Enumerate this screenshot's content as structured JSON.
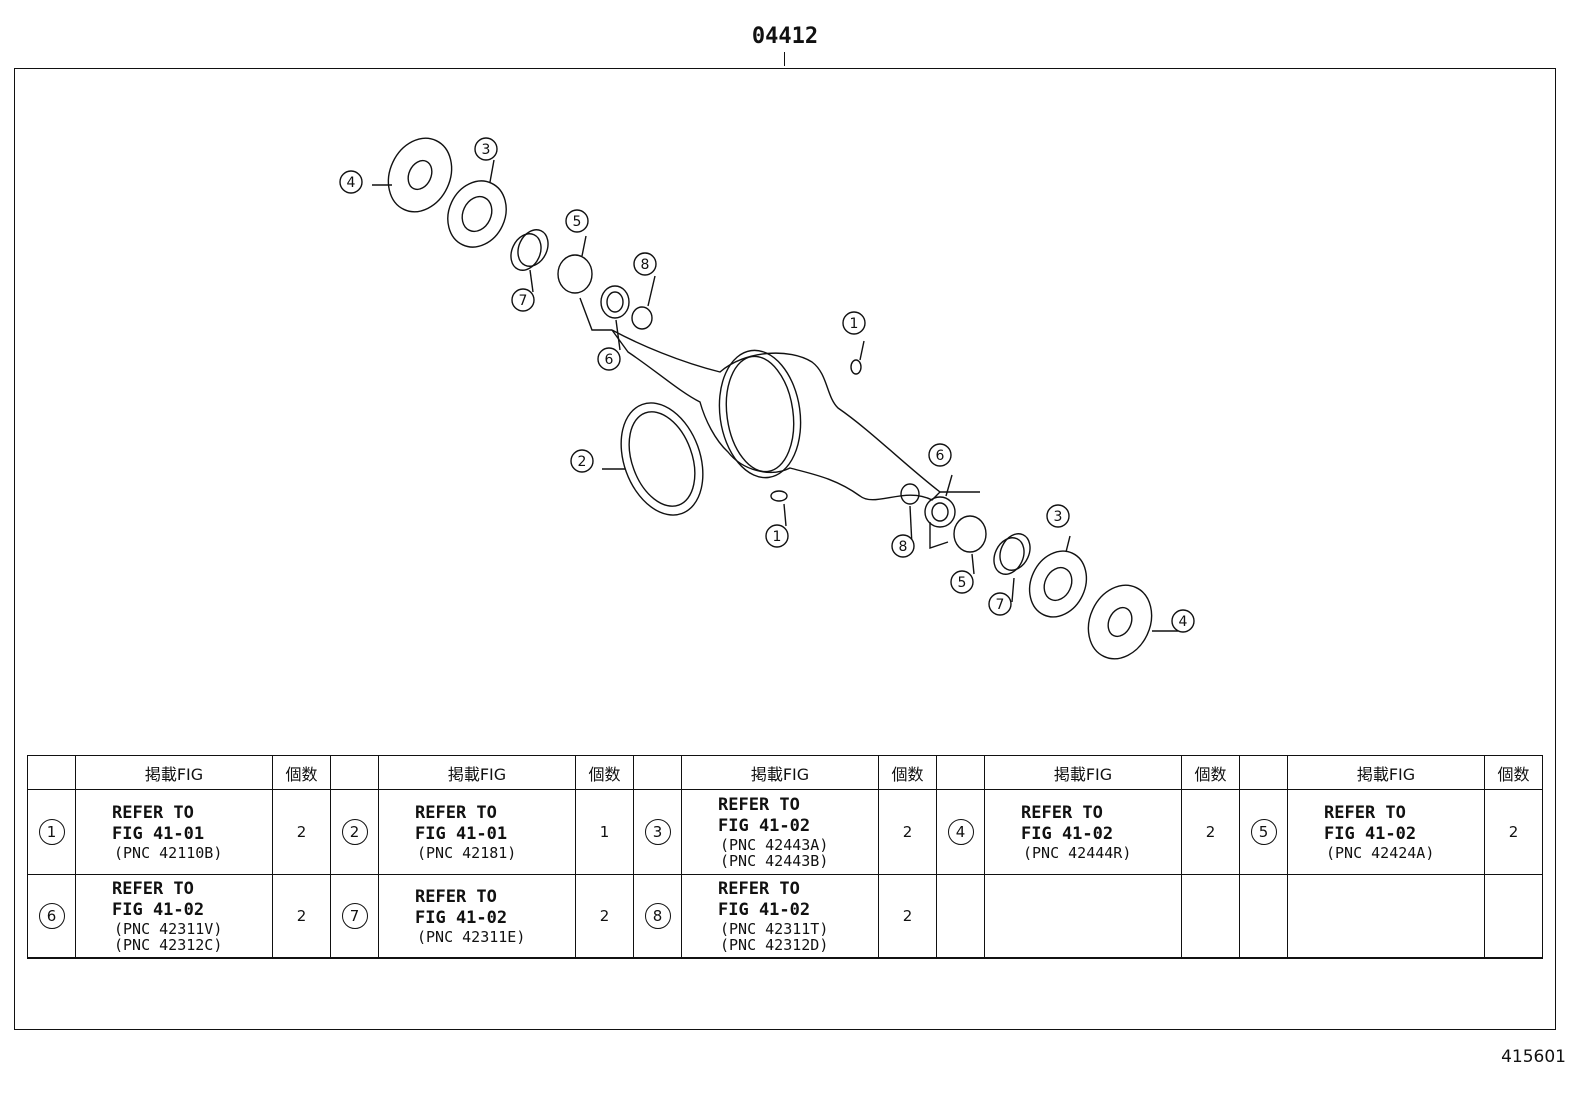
{
  "header": {
    "part_number": "04412"
  },
  "footer": {
    "figure_number": "415601"
  },
  "callout_labels": [
    "1",
    "2",
    "3",
    "4",
    "5",
    "6",
    "7",
    "8"
  ],
  "table": {
    "headers": {
      "fig": "掲載FIG",
      "qty": "個数"
    },
    "rows": [
      [
        {
          "index": "1",
          "line1": "REFER TO",
          "line2": "FIG 41-01",
          "pnc": [
            "(PNC 42110B)"
          ],
          "qty": "2"
        },
        {
          "index": "2",
          "line1": "REFER TO",
          "line2": "FIG 41-01",
          "pnc": [
            "(PNC 42181)"
          ],
          "qty": "1"
        },
        {
          "index": "3",
          "line1": "REFER TO",
          "line2": "FIG 41-02",
          "pnc": [
            "(PNC 42443A)",
            "(PNC 42443B)"
          ],
          "qty": "2"
        },
        {
          "index": "4",
          "line1": "REFER TO",
          "line2": "FIG 41-02",
          "pnc": [
            "(PNC 42444R)"
          ],
          "qty": "2"
        },
        {
          "index": "5",
          "line1": "REFER TO",
          "line2": "FIG 41-02",
          "pnc": [
            "(PNC 42424A)"
          ],
          "qty": "2"
        }
      ],
      [
        {
          "index": "6",
          "line1": "REFER TO",
          "line2": "FIG 41-02",
          "pnc": [
            "(PNC 42311V)",
            "(PNC 42312C)"
          ],
          "qty": "2"
        },
        {
          "index": "7",
          "line1": "REFER TO",
          "line2": "FIG 41-02",
          "pnc": [
            "(PNC 42311E)"
          ],
          "qty": "2"
        },
        {
          "index": "8",
          "line1": "REFER TO",
          "line2": "FIG 41-02",
          "pnc": [
            "(PNC 42311T)",
            "(PNC 42312D)"
          ],
          "qty": "2"
        }
      ]
    ]
  }
}
